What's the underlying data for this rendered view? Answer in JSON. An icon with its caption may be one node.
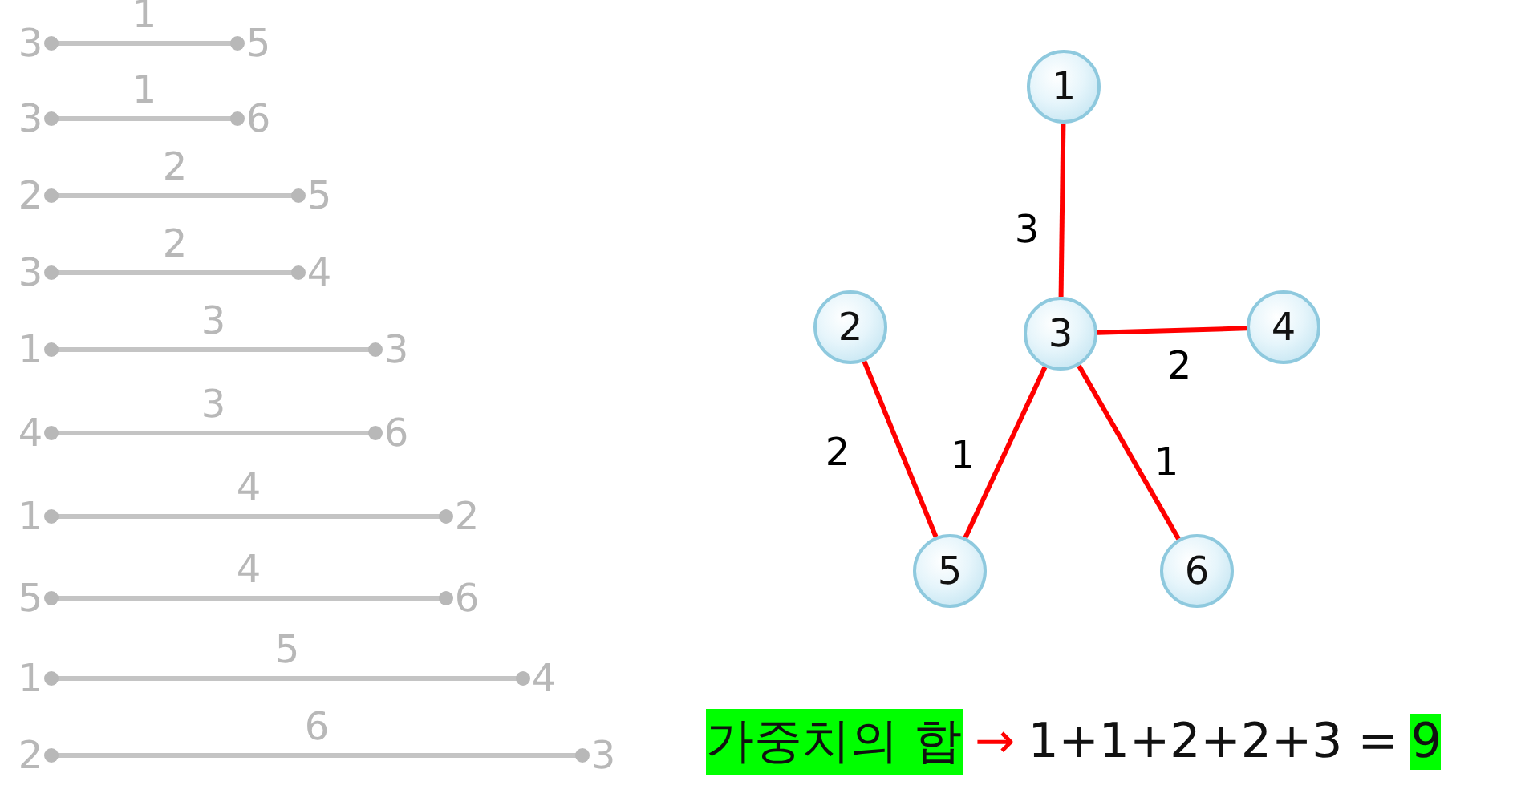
{
  "diagram": {
    "nodes": [
      {
        "text": [
          "3"
        ]
      },
      {
        "text": [
          "5"
        ]
      },
      {
        "text": [
          "3"
        ]
      },
      {
        "text": [
          "6"
        ]
      },
      {
        "text": [
          "2"
        ]
      },
      {
        "text": [
          "5"
        ]
      },
      {
        "text": [
          "3"
        ]
      },
      {
        "text": [
          "4"
        ]
      },
      {
        "text": [
          "1"
        ]
      },
      {
        "text": [
          "3"
        ]
      },
      {
        "text": [
          "4"
        ]
      },
      {
        "text": [
          "6"
        ]
      },
      {
        "text": [
          "1"
        ]
      },
      {
        "text": [
          "2"
        ]
      },
      {
        "text": [
          "5"
        ]
      },
      {
        "text": [
          "6"
        ]
      },
      {
        "text": [
          "1"
        ]
      },
      {
        "text": [
          "4"
        ]
      },
      {
        "text": [
          "2"
        ]
      },
      {
        "text": [
          "3"
        ]
      },
      {
        "text": [
          "1"
        ]
      },
      {
        "text": [
          "2"
        ]
      },
      {
        "text": [
          "3"
        ]
      },
      {
        "text": [
          "4"
        ]
      },
      {
        "text": [
          "5"
        ]
      },
      {
        "text": [
          "6"
        ]
      }
    ],
    "edges": [
      {
        "from": 0,
        "to": 1,
        "arrow": "other",
        "label": "1"
      },
      {
        "from": 2,
        "to": 3,
        "arrow": "other",
        "label": "1"
      },
      {
        "from": 4,
        "to": 5,
        "arrow": "other",
        "label": "2"
      },
      {
        "from": 6,
        "to": 7,
        "arrow": "other",
        "label": "2"
      },
      {
        "from": 8,
        "to": 9,
        "arrow": "other",
        "label": "3"
      },
      {
        "from": 10,
        "to": 11,
        "arrow": "other",
        "label": "3"
      },
      {
        "from": 12,
        "to": 13,
        "arrow": "other",
        "label": "4"
      },
      {
        "from": 14,
        "to": 15,
        "arrow": "other",
        "label": "4"
      },
      {
        "from": 16,
        "to": 17,
        "arrow": "other",
        "label": "5"
      },
      {
        "from": 18,
        "to": 19,
        "arrow": "other",
        "label": "6"
      },
      {
        "from": 20,
        "to": 22,
        "arrow": "none",
        "label": "3",
        "color": "#ff0000"
      },
      {
        "from": 21,
        "to": 24,
        "arrow": "none",
        "label": "2",
        "color": "#ff0000"
      },
      {
        "from": 22,
        "to": 23,
        "arrow": "none",
        "label": "2",
        "color": "#ff0000"
      },
      {
        "from": 22,
        "to": 24,
        "arrow": "none",
        "label": "1",
        "color": "#ff0000"
      },
      {
        "from": 22,
        "to": 25,
        "arrow": "none",
        "label": "1",
        "color": "#ff0000"
      }
    ],
    "labels": [
      "가중치의 합",
      "→",
      "1+1+2+2+3 =",
      "9"
    ]
  }
}
